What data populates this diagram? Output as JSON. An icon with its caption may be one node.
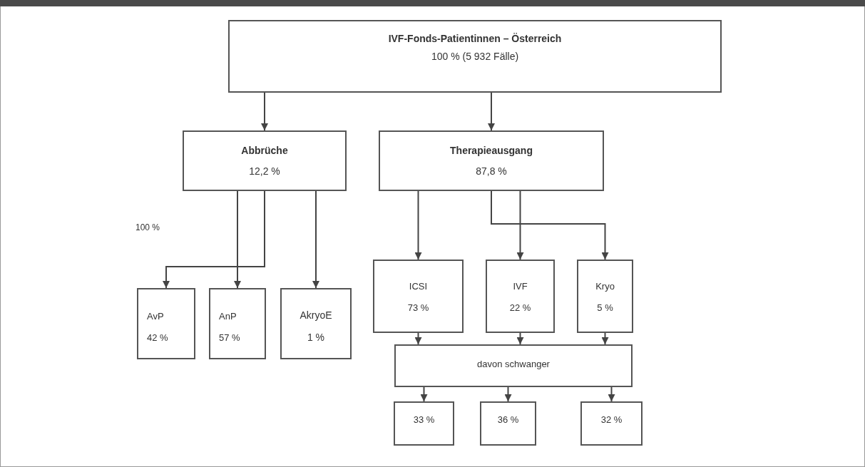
{
  "diagram": {
    "nodes": [
      {
        "text": [
          "IVF-Fonds-Patientinnen – Österreich",
          "100 % (5 932 Fälle)"
        ]
      },
      {
        "text": [
          "Abbrüche",
          "12,2 %"
        ]
      },
      {
        "text": [
          "Therapieausgang",
          "87,8 %"
        ]
      },
      {
        "text": [
          "AvP",
          "42 %"
        ]
      },
      {
        "text": [
          "AnP",
          "57 %"
        ]
      },
      {
        "text": [
          "AkryoE",
          "1 %"
        ]
      },
      {
        "text": [
          "ICSI",
          "73 %"
        ]
      },
      {
        "text": [
          "IVF",
          "22 %"
        ]
      },
      {
        "text": [
          "Kryo",
          "5 %"
        ]
      },
      {
        "text": [
          "davon schwanger"
        ]
      },
      {
        "text": [
          "33 %"
        ]
      },
      {
        "text": [
          "36 %"
        ]
      },
      {
        "text": [
          "32 %"
        ]
      }
    ],
    "edges": [
      {
        "from": 0,
        "to": 1,
        "arrow": "to"
      },
      {
        "from": 0,
        "to": 2,
        "arrow": "to"
      },
      {
        "from": 1,
        "to": 3,
        "arrow": "to"
      },
      {
        "from": 1,
        "to": 4,
        "arrow": "to"
      },
      {
        "from": 1,
        "to": 5,
        "arrow": "to"
      },
      {
        "from": 2,
        "to": 6,
        "arrow": "to"
      },
      {
        "from": 2,
        "to": 7,
        "arrow": "to"
      },
      {
        "from": 2,
        "to": 8,
        "arrow": "to"
      },
      {
        "from": 6,
        "to": 9,
        "arrow": "to"
      },
      {
        "from": 7,
        "to": 9,
        "arrow": "to"
      },
      {
        "from": 8,
        "to": 9,
        "arrow": "to"
      },
      {
        "from": 9,
        "to": 10,
        "arrow": "to"
      },
      {
        "from": 9,
        "to": 11,
        "arrow": "to"
      },
      {
        "from": 9,
        "to": 12,
        "arrow": "to"
      }
    ],
    "labels": [
      "100 %"
    ]
  }
}
